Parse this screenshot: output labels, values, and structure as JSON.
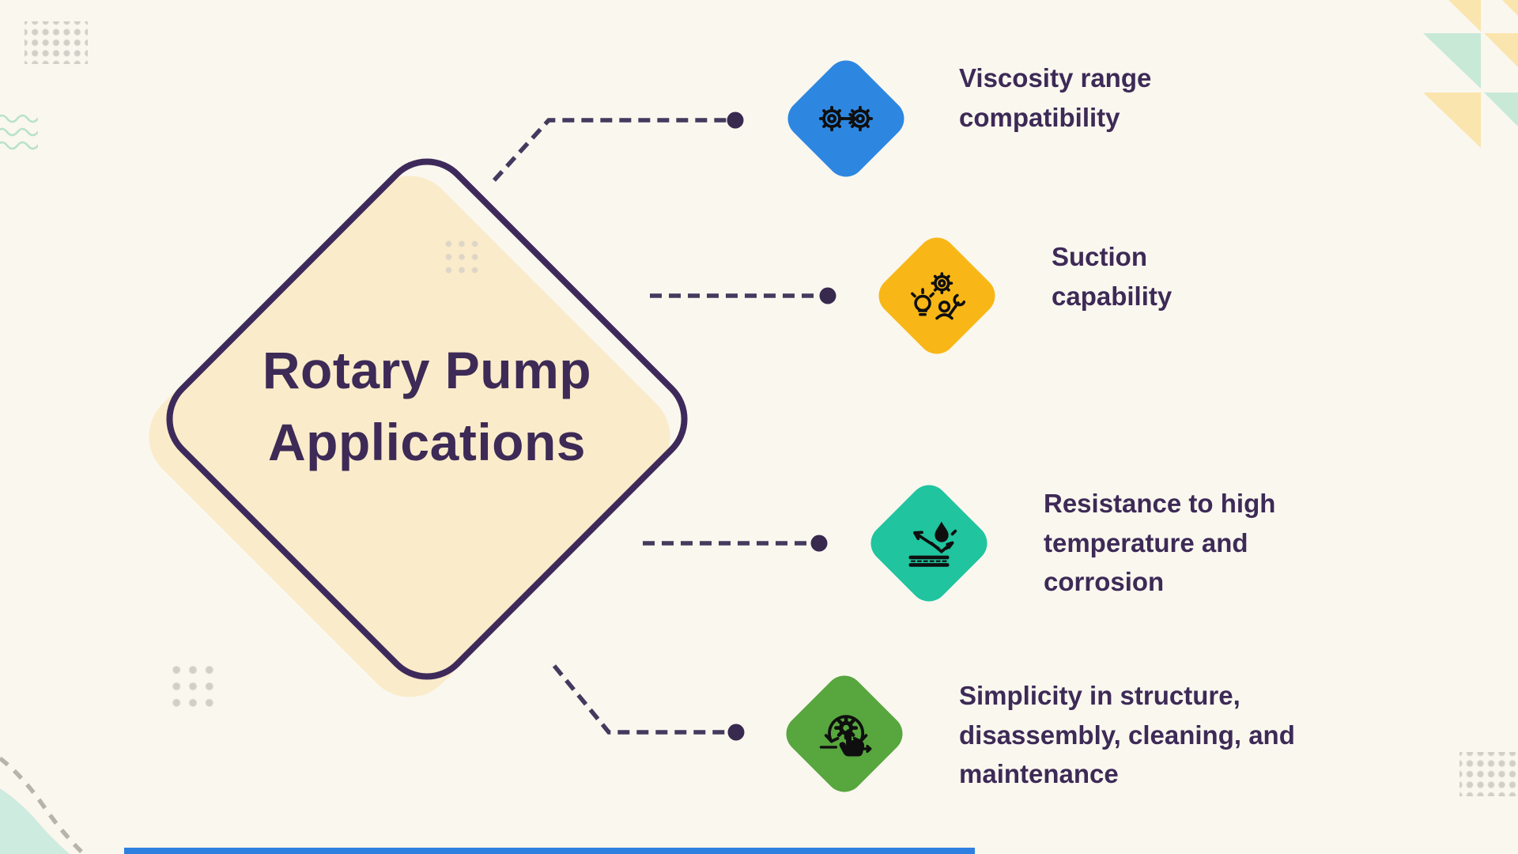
{
  "canvas": {
    "background": "#faf7ef"
  },
  "center": {
    "title": "Rotary Pump Applications",
    "title_color": "#3d2a56",
    "diamond_fill_color": "#faecca",
    "diamond_outline_color": "#3e2a5a"
  },
  "connector": {
    "color": "#443a5e",
    "dot_color": "#38294f"
  },
  "items": [
    {
      "label": "Viscosity range compatibility",
      "color": "#2d87e1",
      "icon": "gears-arrow-icon"
    },
    {
      "label": "Suction capability",
      "color": "#f8b717",
      "icon": "idea-tools-icon"
    },
    {
      "label": "Resistance to high temperature and corrosion",
      "color": "#20c49f",
      "icon": "liquid-repel-icon"
    },
    {
      "label": "Simplicity in structure, disassembly, cleaning, and maintenance",
      "color": "#57a63e",
      "icon": "process-hand-icon"
    }
  ],
  "decorations": {
    "dot_grid_color": "#d2cfc7",
    "diamond_dot_grid_color": "#ddd5c6",
    "wave_color": "#b9e3c8",
    "triangle_mint": "#c7e9d6",
    "triangle_yellow": "#fbe5ae",
    "blob_color": "#cdebde",
    "dashed_curve_color": "#b8b4ab",
    "bottom_bar_color": "#2e80e0",
    "icon_ink": "#0f0f0f"
  }
}
